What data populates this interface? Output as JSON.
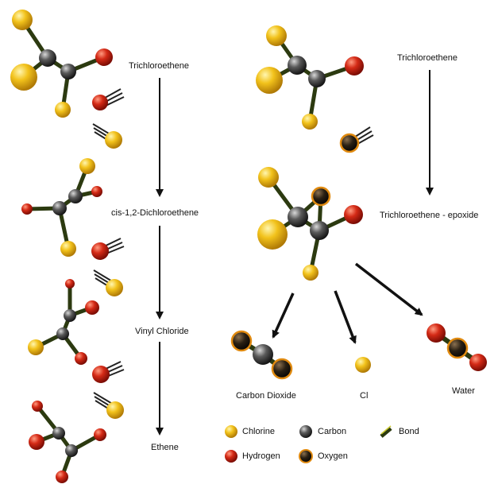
{
  "left_pathway": {
    "steps": [
      "Trichloroethene",
      "cis-1,2-Dichloroethene",
      "Vinyl Chloride",
      "Ethene"
    ]
  },
  "right_pathway": {
    "steps": [
      "Trichloroethene",
      "Trichloroethene - epoxide"
    ],
    "products": [
      "Carbon Dioxide",
      "Cl",
      "Water"
    ]
  },
  "legend": {
    "items": [
      {
        "label": "Chlorine",
        "color": "#f2c21b"
      },
      {
        "label": "Carbon",
        "color": "#3a3a3a"
      },
      {
        "label": "Bond",
        "color": "#2c3a10"
      },
      {
        "label": "Hydrogen",
        "color": "#d42a16"
      },
      {
        "label": "Oxygen",
        "color": "#2a2013"
      }
    ]
  },
  "colors": {
    "chlorine": "#f2c21b",
    "hydrogen": "#d42a16",
    "carbon": "#3a3a3a",
    "oxygen": "#2a2013",
    "oxygen_ring": "#e08a10",
    "arrow": "#111111"
  }
}
